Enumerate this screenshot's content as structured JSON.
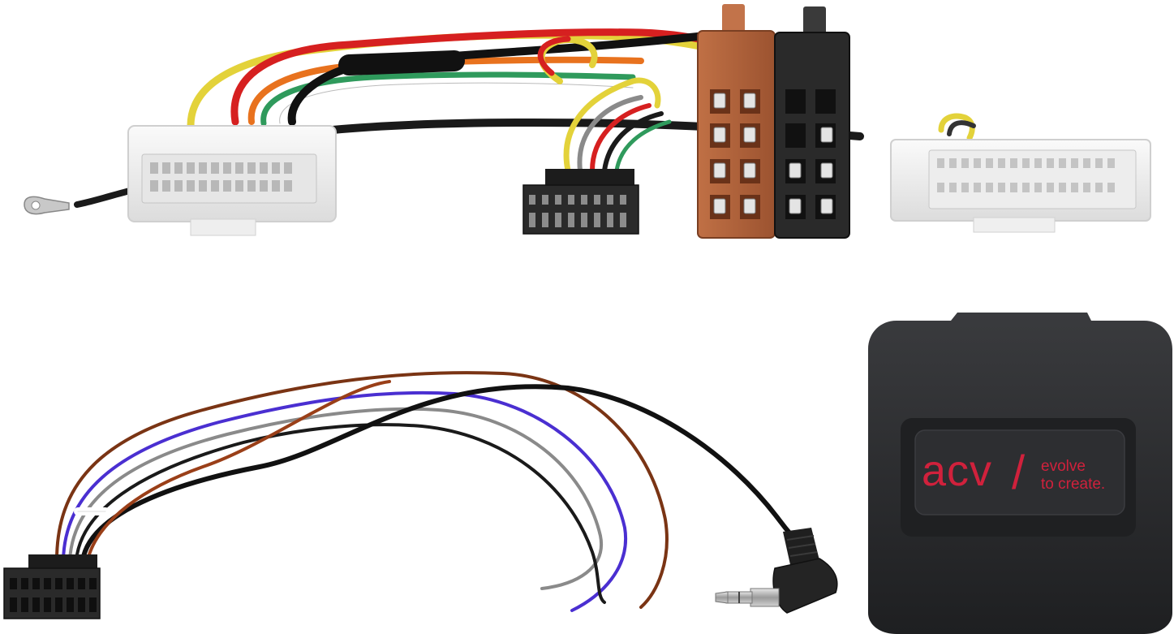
{
  "logo": {
    "brand": "acv",
    "slash": "/",
    "tagline_line1": "evolve",
    "tagline_line2": "to create."
  },
  "colors": {
    "background": "#ffffff",
    "module_body": "#2b2c2e",
    "logo_red": "#d0213c",
    "iso_brown": "#b4633a",
    "iso_black": "#2a2a2a",
    "connector_white": "#efefef",
    "wire_red": "#d62020",
    "wire_yellow": "#e3d23a",
    "wire_orange": "#e8721e",
    "wire_green": "#2f9a5c",
    "wire_blue": "#4a2fd1",
    "wire_brown": "#7a3414",
    "wire_grey": "#8a8a8a",
    "wire_black": "#1a1a1a"
  },
  "icons": [
    "iso-connector-icon",
    "vehicle-connector-icon",
    "jack-plug-icon",
    "ring-terminal-icon"
  ]
}
